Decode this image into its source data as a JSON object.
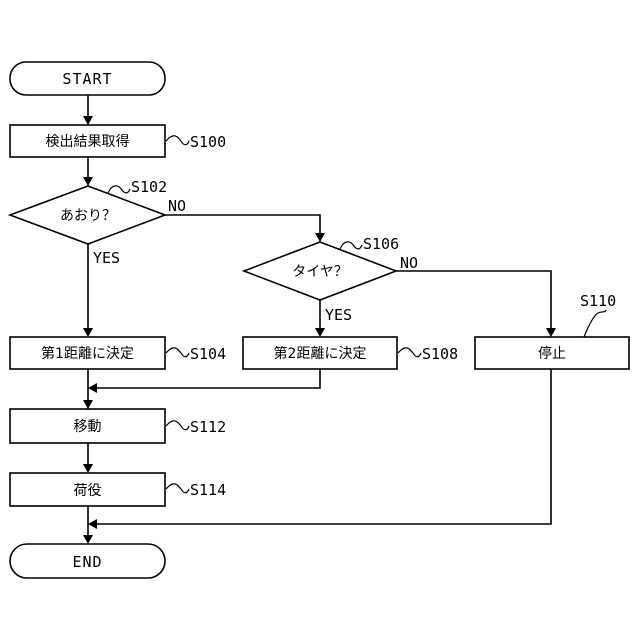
{
  "terminals": {
    "start": "START",
    "end": "END"
  },
  "steps": {
    "s100": {
      "text": "検出結果取得",
      "id": "S100"
    },
    "s102": {
      "text": "あおり？",
      "id": "S102"
    },
    "s104": {
      "text": "第1距離に決定",
      "id": "S104"
    },
    "s106": {
      "text": "タイヤ？",
      "id": "S106"
    },
    "s108": {
      "text": "第2距離に決定",
      "id": "S108"
    },
    "s110": {
      "text": "停止",
      "id": "S110"
    },
    "s112": {
      "text": "移動",
      "id": "S112"
    },
    "s114": {
      "text": "荷役",
      "id": "S114"
    }
  },
  "branches": {
    "yes": "YES",
    "no": "NO"
  }
}
